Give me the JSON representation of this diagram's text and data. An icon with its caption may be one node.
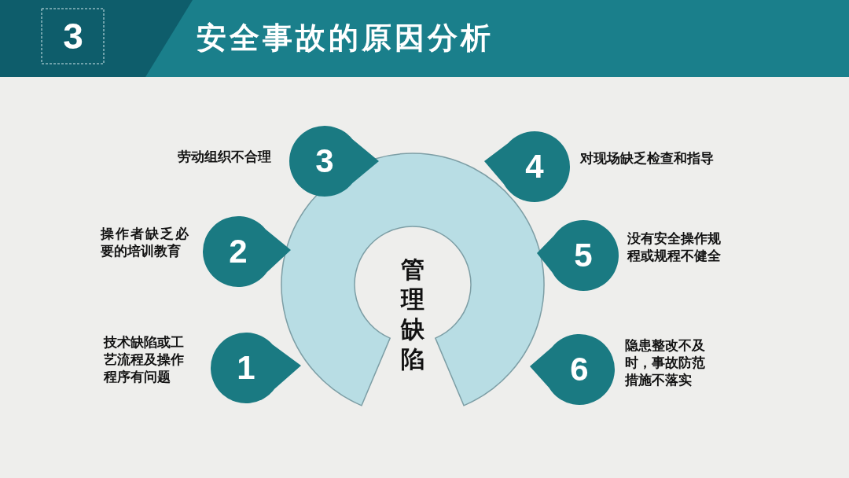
{
  "diagram": {
    "title": "安全事故的原因分析",
    "nodes": [
      {
        "text": [
          "管理缺陷"
        ]
      },
      {
        "text": [
          "1"
        ],
        "beside": [
          "技术缺陷或工艺流程及操作程序有问题"
        ]
      },
      {
        "text": [
          "2"
        ],
        "beside": [
          "操作者缺乏必要的培训教育"
        ]
      },
      {
        "text": [
          "3"
        ],
        "beside": [
          "劳动组织不合理"
        ]
      },
      {
        "text": [
          "4"
        ],
        "beside": [
          "对现场缺乏检查和指导"
        ]
      },
      {
        "text": [
          "5"
        ],
        "beside": [
          "没有安全操作规程或规程不健全"
        ]
      },
      {
        "text": [
          "6"
        ],
        "beside": [
          "隐患整改不及时，事故防范措施不落实"
        ]
      }
    ],
    "labels": [
      "3"
    ]
  }
}
